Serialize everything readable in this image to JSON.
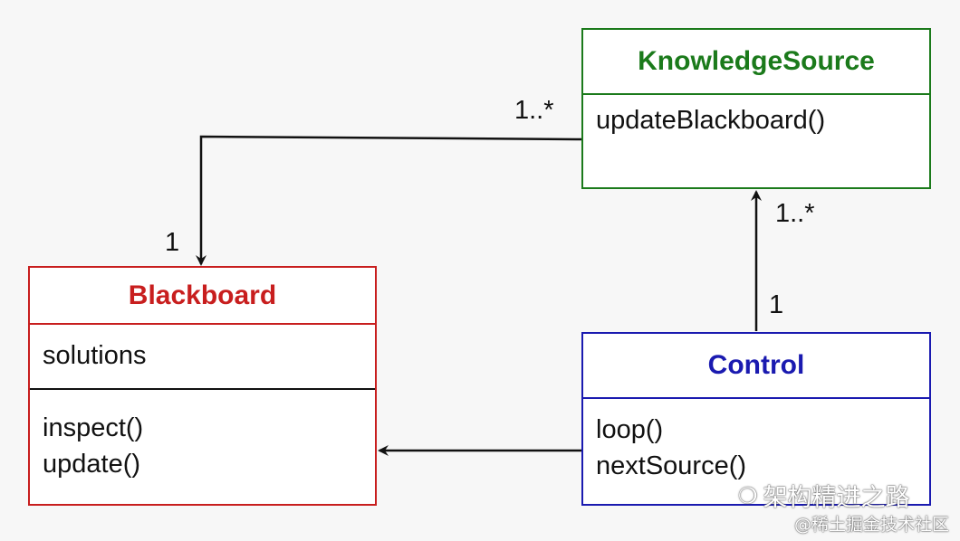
{
  "classes": {
    "knowledge_source": {
      "name": "KnowledgeSource",
      "operations": [
        "updateBlackboard()"
      ],
      "color": "#1b7a1b"
    },
    "blackboard": {
      "name": "Blackboard",
      "attributes": [
        "solutions"
      ],
      "operations": [
        "inspect()",
        "update()"
      ],
      "color": "#c81e1e"
    },
    "control": {
      "name": "Control",
      "operations": [
        "loop()",
        "nextSource()"
      ],
      "color": "#1a1ab0"
    }
  },
  "associations": [
    {
      "from": "KnowledgeSource",
      "to": "Blackboard",
      "from_multiplicity": "1..*",
      "to_multiplicity": "1"
    },
    {
      "from": "Control",
      "to": "KnowledgeSource",
      "from_multiplicity": "1",
      "to_multiplicity": "1..*"
    },
    {
      "from": "Control",
      "to": "Blackboard"
    }
  ],
  "watermark": {
    "line1": "架构精进之路",
    "line2": "@稀土掘金技术社区",
    "icon": "wechat-icon"
  }
}
